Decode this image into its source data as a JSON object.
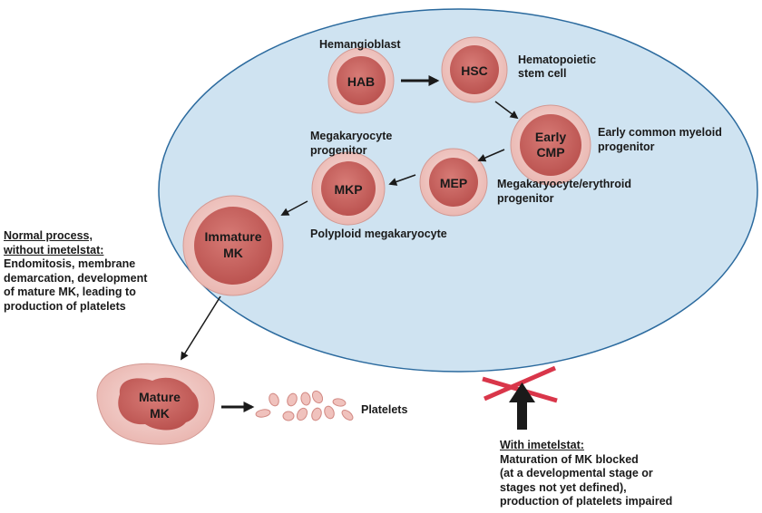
{
  "cells": {
    "hab": "HAB",
    "hsc": "HSC",
    "cmp": [
      "Early",
      "CMP"
    ],
    "mep": "MEP",
    "mkp": "MKP",
    "immature": [
      "Immature",
      "MK"
    ],
    "mature": [
      "Mature",
      "MK"
    ]
  },
  "labels": {
    "hemangioblast": "Hemangioblast",
    "hsc": [
      "Hematopoietic",
      "stem cell"
    ],
    "cmp": [
      "Early common myeloid",
      "progenitor"
    ],
    "mkp": [
      "Megakaryocyte",
      "progenitor"
    ],
    "mep": [
      "Megakaryocyte/erythroid",
      "progenitor"
    ],
    "polyploid": "Polyploid megakaryocyte",
    "platelets": "Platelets"
  },
  "normal_note": {
    "heading": [
      "Normal process,",
      "without imetelstat:"
    ],
    "body": [
      "Endomitosis, membrane",
      "demarcation, development",
      "of mature MK, leading to",
      "production of platelets"
    ]
  },
  "imetelstat_note": {
    "heading": "With imetelstat:",
    "body": [
      "Maturation of MK blocked",
      "(at a developmental stage or",
      "stages not yet defined),",
      "production of platelets impaired"
    ]
  },
  "colors": {
    "environment_fill": "#cfe3f1",
    "environment_stroke": "#2b6a9e",
    "cell_outer": "#f1cdc9",
    "cell_ring": "#d9918a",
    "nucleus": "#c9605c",
    "block_x": "#d9364a"
  }
}
